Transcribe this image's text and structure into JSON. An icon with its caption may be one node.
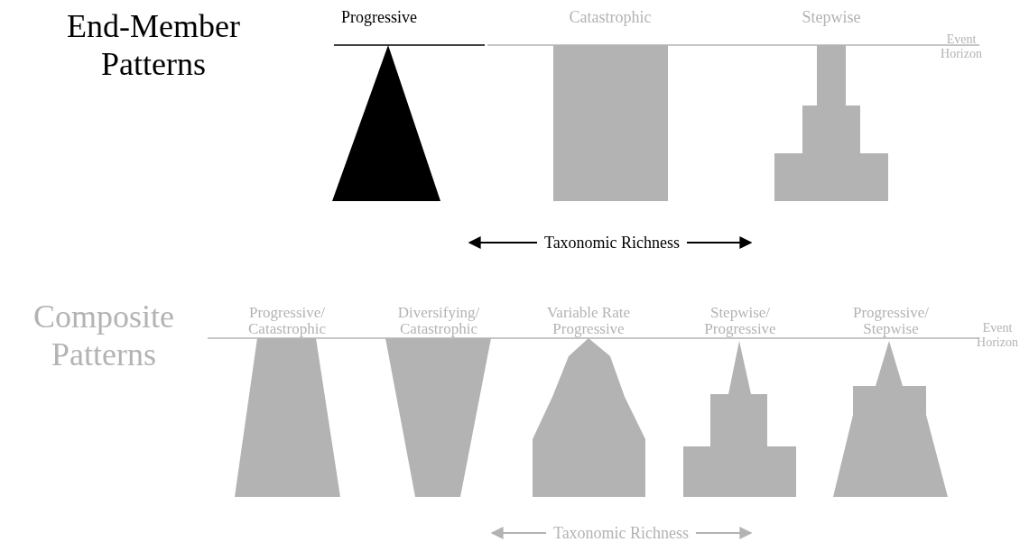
{
  "diagram": {
    "nodes": [
      {
        "text": [
          "Progressive"
        ]
      },
      {
        "text": [
          "Catastrophic"
        ]
      },
      {
        "text": [
          "Stepwise"
        ]
      },
      {
        "text": [
          "Progressive/ Catastrophic"
        ]
      },
      {
        "text": [
          "Diversifying/ Catastrophic"
        ]
      },
      {
        "text": [
          "Variable Rate Progressive"
        ]
      },
      {
        "text": [
          "Stepwise/ Progressive"
        ]
      },
      {
        "text": [
          "Progressive/ Stepwise"
        ]
      }
    ],
    "labels": [
      "End-Member Patterns",
      "Event Horizon",
      "Taxonomic Richness",
      "Composite Patterns",
      "Event Horizon",
      "Taxonomic Richness"
    ]
  }
}
